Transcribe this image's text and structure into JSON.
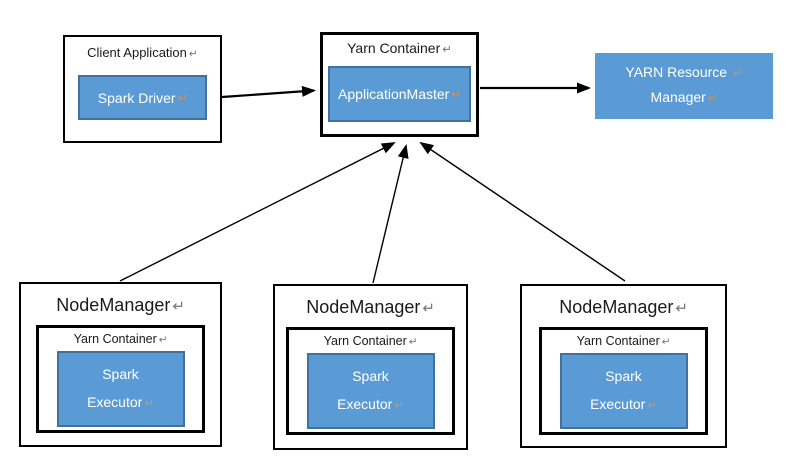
{
  "marks": {
    "return": "↵"
  },
  "client_box": {
    "title": "Client Application",
    "inner_label": "Spark Driver"
  },
  "am_box": {
    "title": "Yarn Container",
    "inner_label": "ApplicationMaster"
  },
  "rm_box": {
    "line1": "YARN Resource",
    "line2": "Manager"
  },
  "node_managers": [
    {
      "title": "NodeManager",
      "container_title": "Yarn Container",
      "executor_line1": "Spark",
      "executor_line2": "Executor"
    },
    {
      "title": "NodeManager",
      "container_title": "Yarn Container",
      "executor_line1": "Spark",
      "executor_line2": "Executor"
    },
    {
      "title": "NodeManager",
      "container_title": "Yarn Container",
      "executor_line1": "Spark",
      "executor_line2": "Executor"
    }
  ],
  "arrows": [
    {
      "from": "Spark Driver (Client Application)",
      "to": "ApplicationMaster (Yarn Container)"
    },
    {
      "from": "ApplicationMaster (Yarn Container)",
      "to": "YARN Resource Manager"
    },
    {
      "from": "NodeManager 1",
      "to": "ApplicationMaster (Yarn Container)"
    },
    {
      "from": "NodeManager 2",
      "to": "ApplicationMaster (Yarn Container)"
    },
    {
      "from": "NodeManager 3",
      "to": "ApplicationMaster (Yarn Container)"
    }
  ],
  "colors": {
    "shape_fill": "#5B9BD5",
    "shape_border": "#41719C",
    "outline": "#000000",
    "mark_dark": "#757575",
    "mark_light": "#c49768"
  }
}
